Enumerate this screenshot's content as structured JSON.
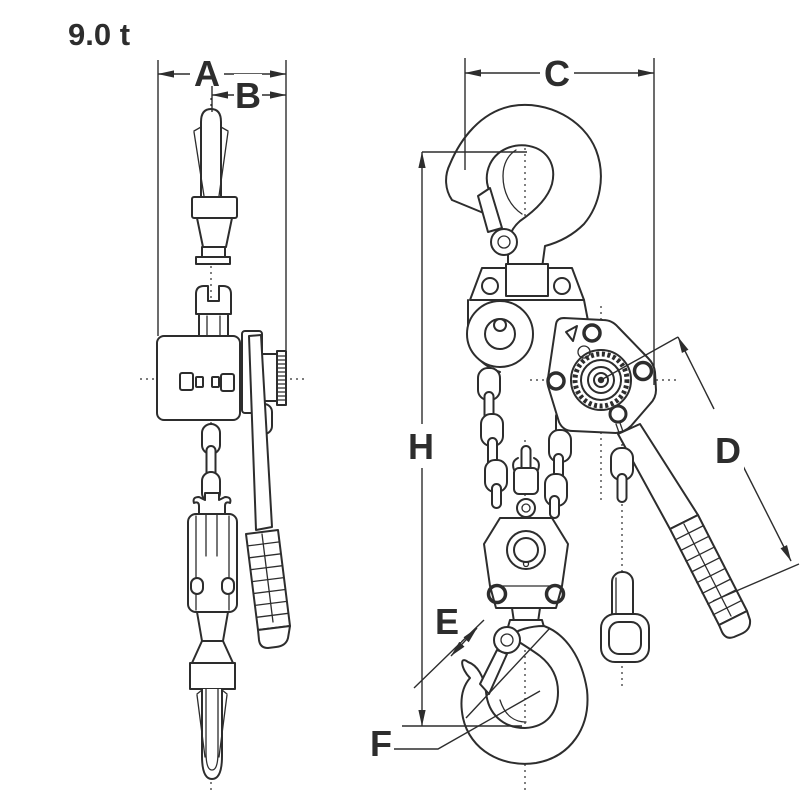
{
  "drawing": {
    "capacity_label": "9.0 t",
    "dimension_labels": [
      {
        "id": "A",
        "label": "A"
      },
      {
        "id": "B",
        "label": "B"
      },
      {
        "id": "C",
        "label": "C"
      },
      {
        "id": "D",
        "label": "D"
      },
      {
        "id": "E",
        "label": "E"
      },
      {
        "id": "F",
        "label": "F"
      },
      {
        "id": "H",
        "label": "H"
      }
    ],
    "colors": {
      "line": "#2d2d2d",
      "background": "#ffffff"
    }
  }
}
